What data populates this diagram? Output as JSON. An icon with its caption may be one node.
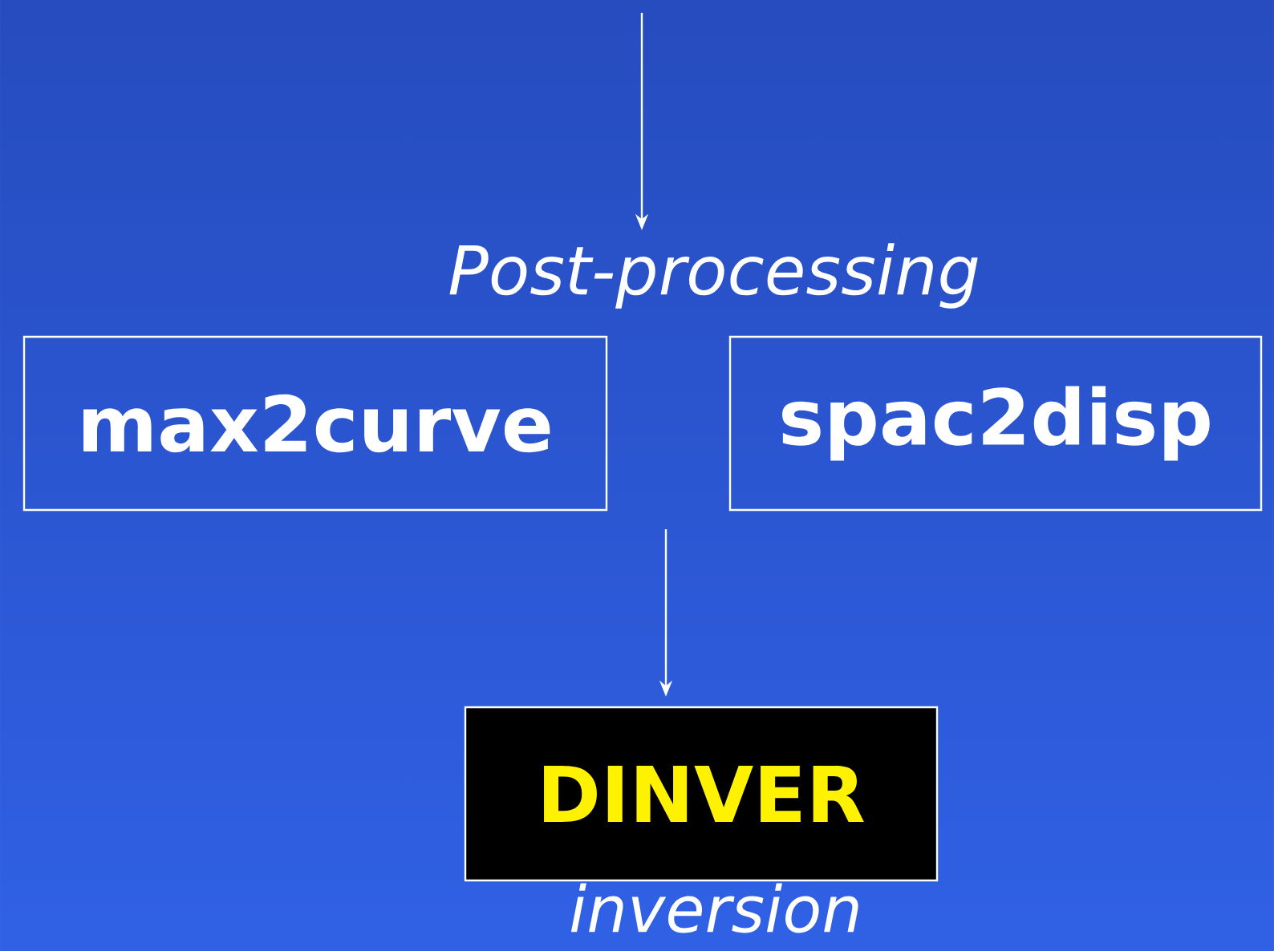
{
  "diagram": {
    "nodes": [
      {
        "text": [
          "Post-processing"
        ]
      },
      {
        "text": [
          "max2curve"
        ]
      },
      {
        "text": [
          "spac2disp"
        ]
      },
      {
        "text": [
          "DINVER"
        ],
        "beside": [
          "inversion"
        ]
      }
    ],
    "edges": [
      {
        "from": null,
        "to": 0,
        "arrow": "to"
      },
      {
        "from": null,
        "to": 3,
        "arrow": "to"
      }
    ]
  }
}
